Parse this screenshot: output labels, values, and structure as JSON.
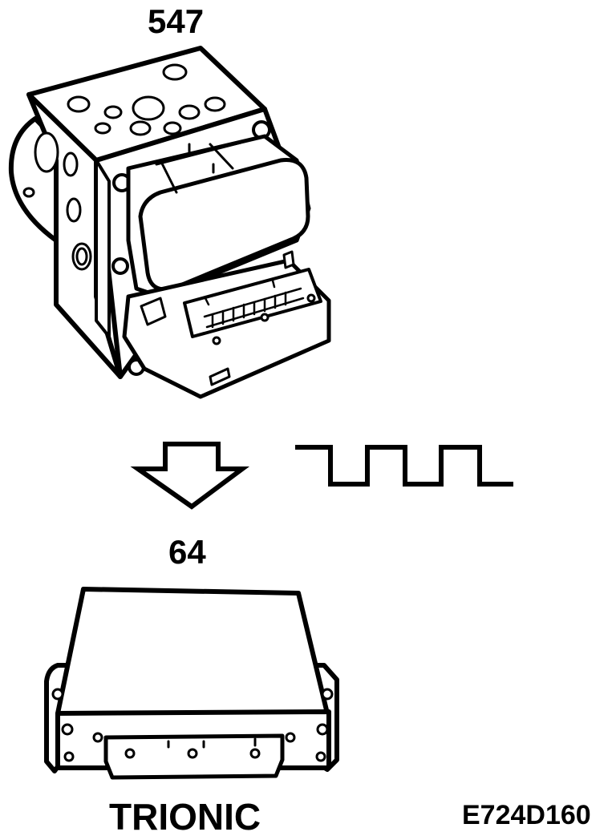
{
  "labels": {
    "abs_unit_number": "547",
    "ecu_number": "64",
    "ecu_name": "TRIONIC",
    "figure_ref": "E724D160"
  },
  "icons": {
    "abs_unit": "abs-hydraulic-modulator-icon",
    "arrow": "down-arrow-icon",
    "signal": "square-wave-signal-icon",
    "ecu": "control-module-icon"
  },
  "colors": {
    "ink": "#000000",
    "paper": "#ffffff"
  }
}
